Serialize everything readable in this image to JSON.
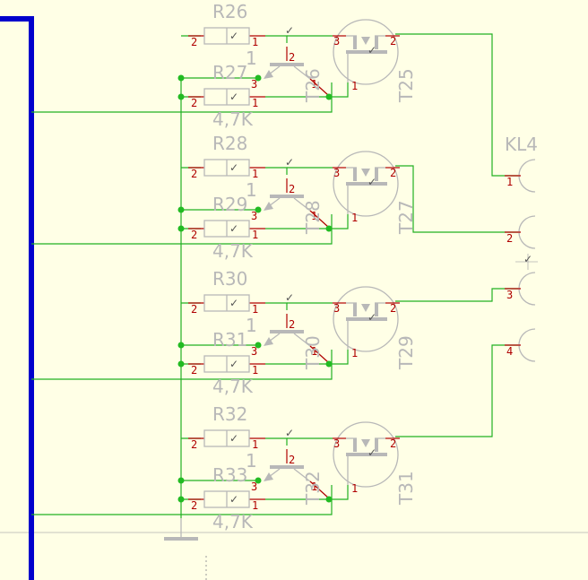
{
  "stages": [
    {
      "r_top": {
        "name": "R26",
        "value": "1"
      },
      "r_bot": {
        "name": "R27",
        "value": "4,7K"
      },
      "bjt": "T26",
      "fet": "T25",
      "fet_gate_pin": "1",
      "fet_drain_pin": "2",
      "fet_source_pin": "3",
      "bjt_base_pin": "2",
      "bjt_collector_pin": "3",
      "bjt_emitter_pin": "1",
      "r_pin_left": "2",
      "r_pin_right": "1"
    },
    {
      "r_top": {
        "name": "R28",
        "value": "1"
      },
      "r_bot": {
        "name": "R29",
        "value": "4,7K"
      },
      "bjt": "T28",
      "fet": "T27",
      "fet_gate_pin": "1",
      "fet_drain_pin": "2",
      "fet_source_pin": "3",
      "bjt_base_pin": "2",
      "bjt_collector_pin": "3",
      "bjt_emitter_pin": "1",
      "r_pin_left": "2",
      "r_pin_right": "1"
    },
    {
      "r_top": {
        "name": "R30",
        "value": "1"
      },
      "r_bot": {
        "name": "R31",
        "value": "4,7K"
      },
      "bjt": "T30",
      "fet": "T29",
      "fet_gate_pin": "1",
      "fet_drain_pin": "2",
      "fet_source_pin": "3",
      "bjt_base_pin": "2",
      "bjt_collector_pin": "3",
      "bjt_emitter_pin": "1",
      "r_pin_left": "2",
      "r_pin_right": "1"
    },
    {
      "r_top": {
        "name": "R32",
        "value": "1"
      },
      "r_bot": {
        "name": "R33",
        "value": "4,7K"
      },
      "bjt": "T32",
      "fet": "T31",
      "fet_gate_pin": "1",
      "fet_drain_pin": "2",
      "fet_source_pin": "3",
      "bjt_base_pin": "2",
      "bjt_collector_pin": "3",
      "bjt_emitter_pin": "1",
      "r_pin_left": "2",
      "r_pin_right": "1"
    }
  ],
  "connector": {
    "name": "KL4",
    "pins": [
      "1",
      "2",
      "3",
      "4"
    ]
  },
  "check_mark": "✓",
  "colors": {
    "wire": "#22b022",
    "bus": "#0000cc",
    "pin": "#b00000",
    "symbol": "#b8b8b8",
    "background": "#ffffe6"
  }
}
